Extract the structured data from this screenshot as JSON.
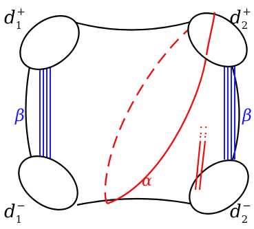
{
  "diagram": {
    "corner_labels": {
      "top_left": {
        "base": "d",
        "sub": "1",
        "sup": "+"
      },
      "top_right": {
        "base": "d",
        "sub": "2",
        "sup": "+"
      },
      "bottom_left": {
        "base": "d",
        "sub": "1",
        "sup": "−"
      },
      "bottom_right": {
        "base": "d",
        "sub": "2",
        "sup": "−"
      }
    },
    "beta_label_left": "β",
    "beta_label_right": "β",
    "alpha_label": "α",
    "colors": {
      "outline": "#000000",
      "beta": "#1a1aff",
      "alpha": "#ee1111"
    }
  }
}
